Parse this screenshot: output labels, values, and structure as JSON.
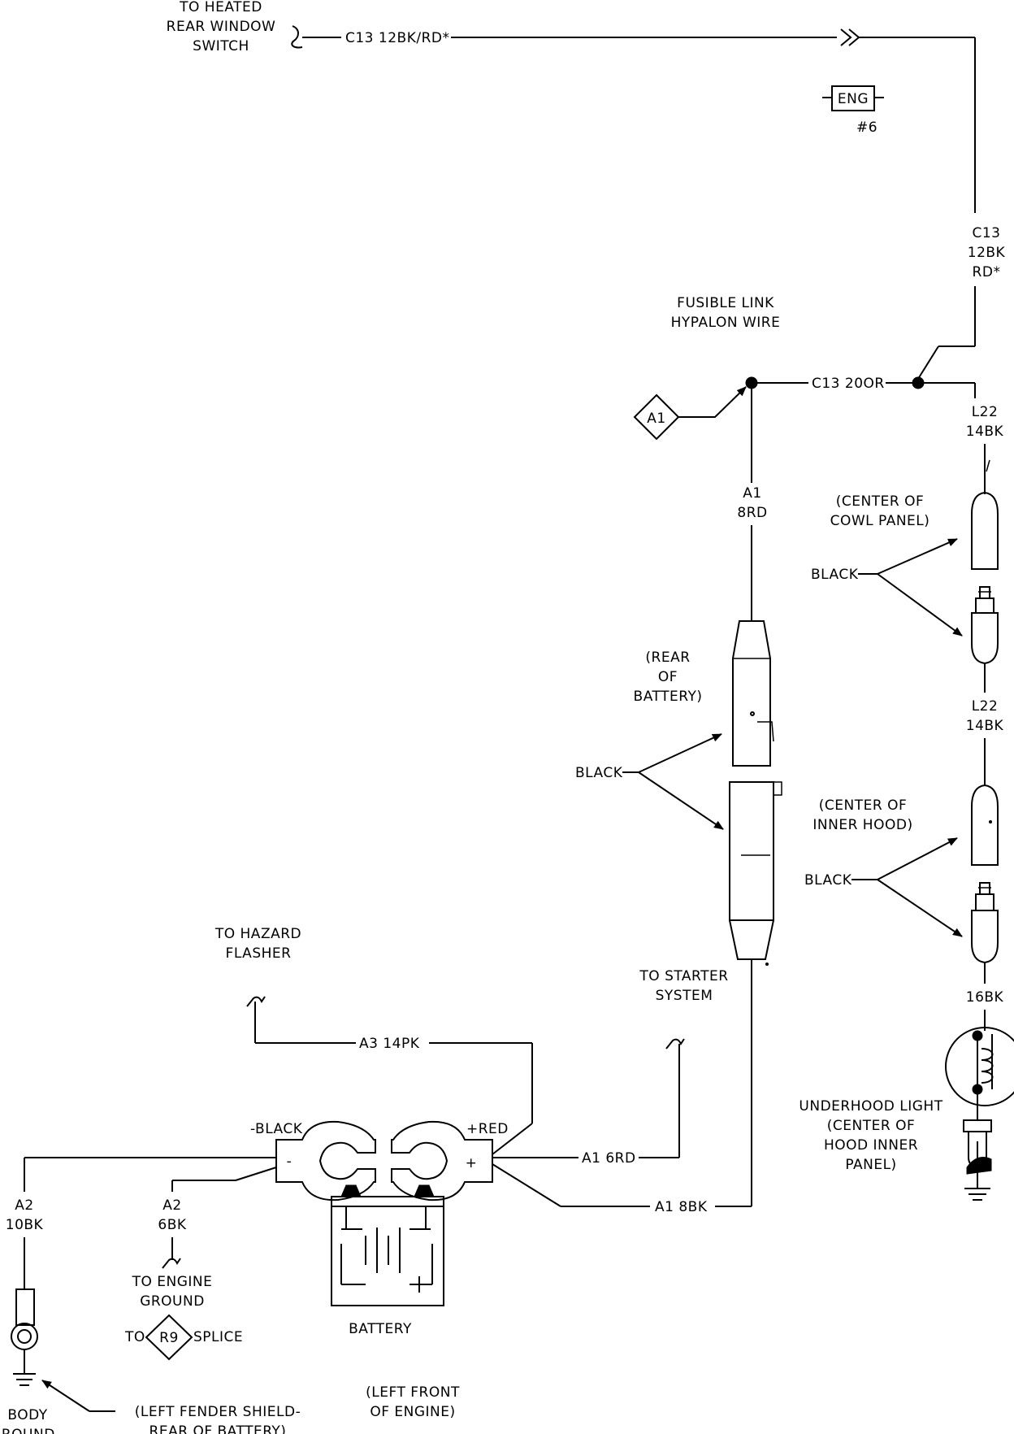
{
  "labels": {
    "heated_rear_window": [
      "TO HEATED",
      "REAR WINDOW",
      "SWITCH"
    ],
    "wire_c13_top": "C13 12BK/RD*",
    "eng_box": "ENG",
    "eng_num": "#6",
    "wire_c13_right": [
      "C13",
      "12BK",
      "RD*"
    ],
    "fusible_link": [
      "FUSIBLE LINK",
      "HYPALON WIRE"
    ],
    "wire_c13_20or": "C13 20OR",
    "a1_diamond": "A1",
    "wire_l22_top": [
      "L22",
      "14BK"
    ],
    "center_cowl": [
      "(CENTER OF",
      "COWL PANEL)"
    ],
    "black_cowl": "BLACK",
    "wire_a1_8rd": [
      "A1",
      "8RD"
    ],
    "rear_battery": [
      "(REAR",
      "OF",
      "BATTERY)"
    ],
    "black_battery": "BLACK",
    "wire_l22_mid": [
      "L22",
      "14BK"
    ],
    "center_hood": [
      "(CENTER OF",
      "INNER HOOD)"
    ],
    "black_hood": "BLACK",
    "wire_16bk": "16BK",
    "underhood_light": [
      "UNDERHOOD LIGHT",
      "(CENTER OF",
      "HOOD INNER",
      "PANEL)"
    ],
    "hazard_flasher": [
      "TO HAZARD",
      "FLASHER"
    ],
    "wire_a3": "A3 14PK",
    "starter_system": [
      "TO STARTER",
      "SYSTEM"
    ],
    "neg_black": "-BLACK",
    "pos_red": "+RED",
    "wire_a1_6rd": "A1 6RD",
    "wire_a1_8bk": "A1 8BK",
    "wire_a2_10bk": [
      "A2",
      "10BK"
    ],
    "wire_a2_6bk": [
      "A2",
      "6BK"
    ],
    "engine_ground": [
      "TO ENGINE",
      "GROUND"
    ],
    "splice_to": "TO",
    "splice_id": "R9",
    "splice_word": "SPLICE",
    "battery": "BATTERY",
    "left_front_engine": [
      "(LEFT FRONT",
      "OF ENGINE)"
    ],
    "body_ground": [
      "BODY",
      "GROUND"
    ],
    "left_fender": [
      "(LEFT FENDER SHIELD-",
      "REAR OF BATTERY)"
    ],
    "neg_sign": "-",
    "pos_sign": "+"
  }
}
